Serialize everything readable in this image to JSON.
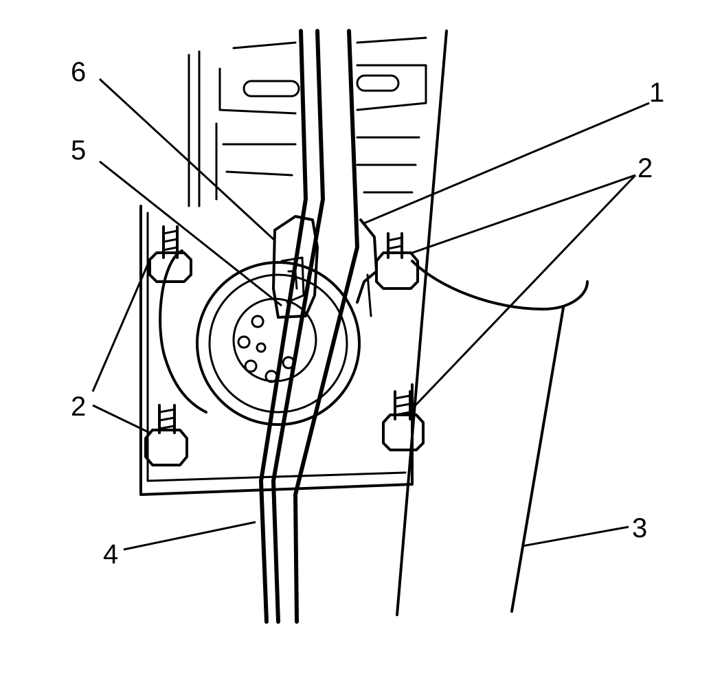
{
  "callouts": {
    "c1": "1",
    "c2_upper_right": "2",
    "c2_left": "2",
    "c3": "3",
    "c4": "4",
    "c5": "5",
    "c6": "6"
  },
  "colors": {
    "ink": "#000000",
    "background": "#ffffff"
  }
}
